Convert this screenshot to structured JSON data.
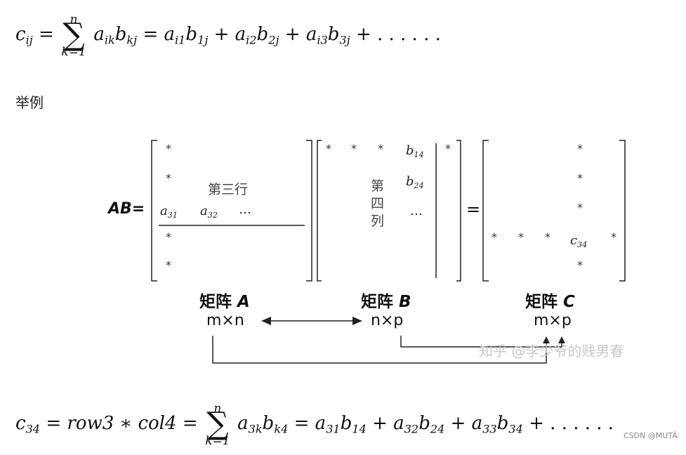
{
  "formula_top": {
    "lhs": "c",
    "lhs_sub": "ij",
    "eq1": "=",
    "sum_top": "n",
    "sum_bottom": "k=1",
    "term": "a",
    "term_sub": "ik",
    "term_b": "b",
    "term_b_sub": "kj",
    "eq2": "=",
    "expansion": [
      {
        "a_sub": "i1",
        "b_sub": "1j"
      },
      {
        "a_sub": "i2",
        "b_sub": "2j"
      },
      {
        "a_sub": "i3",
        "b_sub": "3j"
      }
    ],
    "tail": "+ . . . . . ."
  },
  "example_label": "举例",
  "diagram": {
    "ab_label": "AB=",
    "star": "*",
    "matrix_a": {
      "row_label": "第三行",
      "row_entries": [
        "a31",
        "a32",
        "…"
      ],
      "name_label": "矩阵 ",
      "name_letter": "A",
      "dims": "m×n"
    },
    "matrix_b": {
      "col_label": [
        "第",
        "四",
        "列"
      ],
      "col_entries": [
        "b14",
        "b24",
        "…"
      ],
      "name_label": "矩阵 ",
      "name_letter": "B",
      "dims": "n×p"
    },
    "equals": "=",
    "matrix_c": {
      "entry": "c34",
      "name_label": "矩阵 ",
      "name_letter": "C",
      "dims": "m×p"
    },
    "watermark": "知乎 @李少爷的贱男春"
  },
  "formula_bottom": {
    "lhs": "c",
    "lhs_sub": "34",
    "eq1": "=",
    "row": "row3 ∗ col4",
    "eq2": "=",
    "sum_top": "n",
    "sum_bottom": "k=1",
    "term_a_sub": "3k",
    "term_b_sub": "k4",
    "eq3": "=",
    "expansion": [
      {
        "a_sub": "31",
        "b_sub": "14"
      },
      {
        "a_sub": "32",
        "b_sub": "24"
      },
      {
        "a_sub": "33",
        "b_sub": "34"
      }
    ],
    "tail": "+ . . . . . ."
  },
  "credit": "CSDN @MUTÄ"
}
